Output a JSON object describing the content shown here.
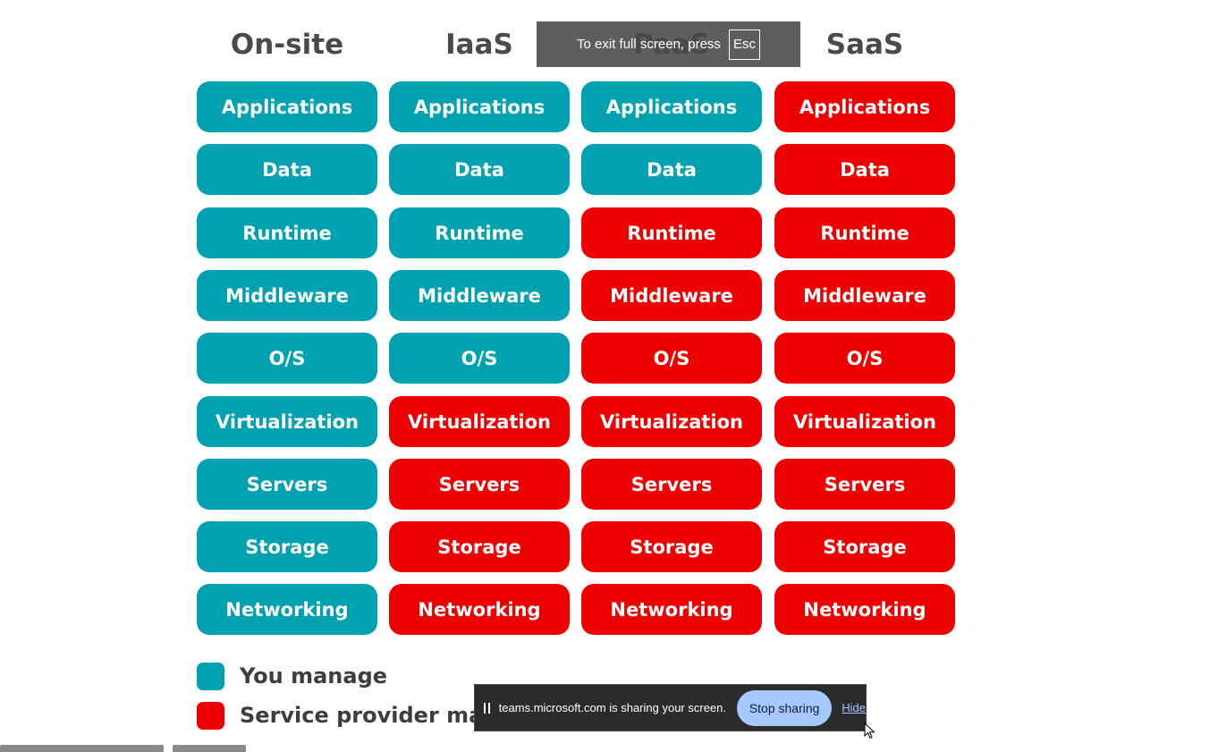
{
  "headers": [
    "On-site",
    "IaaS",
    "PaaS",
    "SaaS"
  ],
  "rows": [
    "Applications",
    "Data",
    "Runtime",
    "Middleware",
    "O/S",
    "Virtualization",
    "Servers",
    "Storage",
    "Networking"
  ],
  "managed_by": [
    [
      "you",
      "you",
      "you",
      "you",
      "you",
      "you",
      "you",
      "you",
      "you"
    ],
    [
      "you",
      "you",
      "you",
      "you",
      "you",
      "provider",
      "provider",
      "provider",
      "provider"
    ],
    [
      "you",
      "you",
      "provider",
      "provider",
      "provider",
      "provider",
      "provider",
      "provider",
      "provider"
    ],
    [
      "provider",
      "provider",
      "provider",
      "provider",
      "provider",
      "provider",
      "provider",
      "provider",
      "provider"
    ]
  ],
  "colors": {
    "you": "#00a1b0",
    "provider": "#ee0000"
  },
  "legend": {
    "you_label": "You manage",
    "provider_label": "Service provider man"
  },
  "fullscreen_toast": {
    "text": "To exit full screen, press",
    "key": "Esc"
  },
  "share_bar": {
    "message": "teams.microsoft.com is sharing your screen.",
    "stop_label": "Stop sharing",
    "hide_label": "Hide"
  }
}
